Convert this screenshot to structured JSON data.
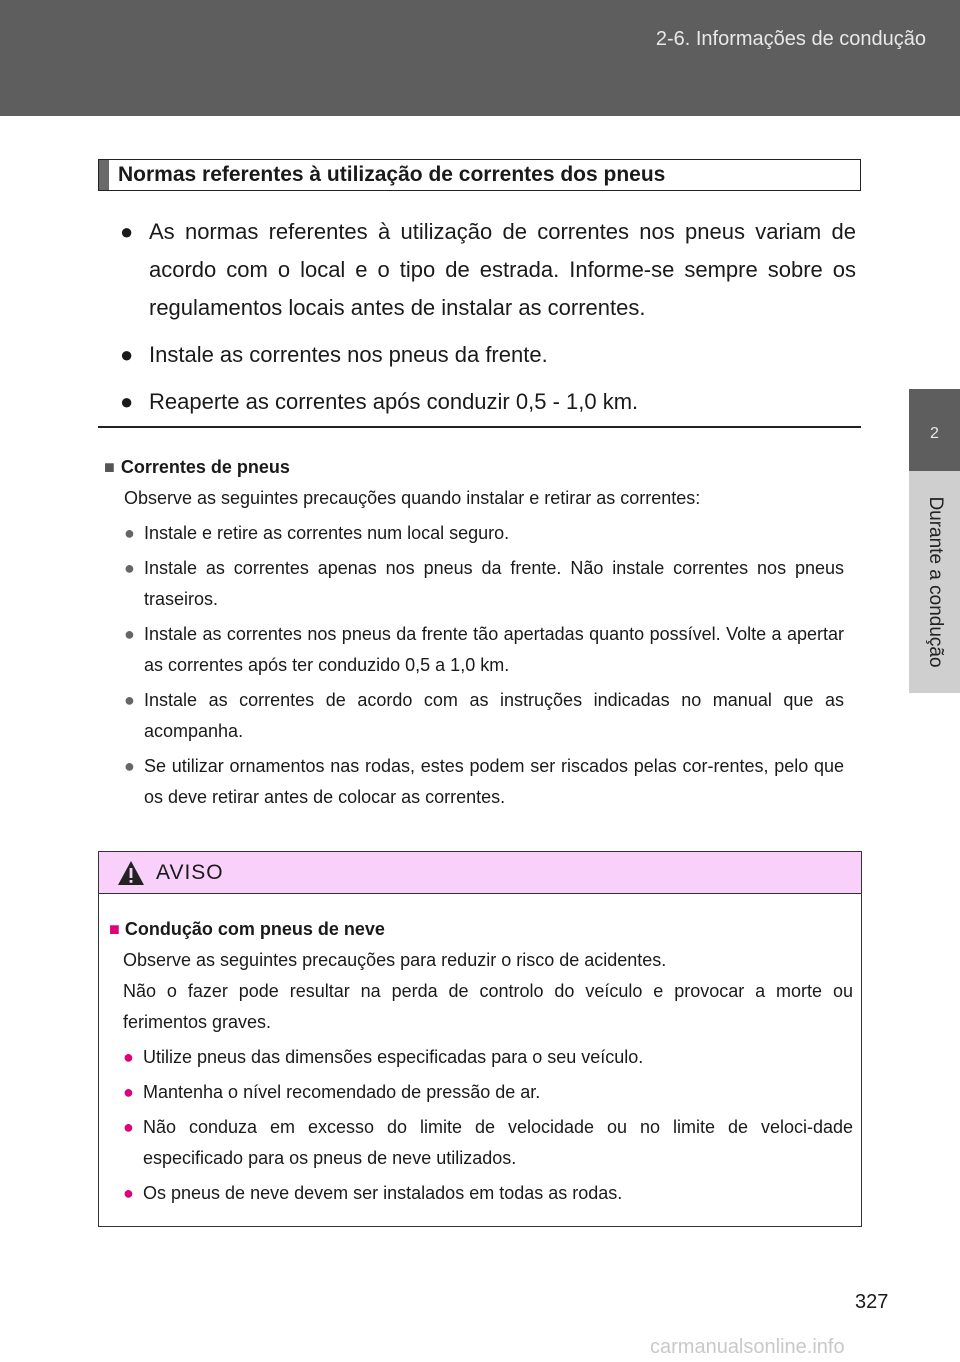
{
  "header": {
    "section": "2-6. Informações de condução"
  },
  "side_tab": {
    "number": "2",
    "label": "Durante a condução"
  },
  "rules_box": {
    "title": "Normas referentes à utilização de correntes dos pneus",
    "items": [
      "As normas referentes à utilização de correntes nos pneus variam de acordo com o local e o tipo de estrada. Informe-se sempre sobre os regulamentos locais antes de instalar as correntes.",
      "Instale as correntes nos pneus da frente.",
      "Reaperte as correntes após conduzir 0,5 - 1,0 km."
    ]
  },
  "note": {
    "title": "Correntes de pneus",
    "intro": "Observe as seguintes precauções quando instalar e retirar as correntes:",
    "items": [
      "Instale e retire as correntes num local seguro.",
      "Instale as correntes apenas nos pneus da frente. Não instale correntes nos pneus traseiros.",
      "Instale as correntes nos pneus da frente tão apertadas quanto possível. Volte a apertar as correntes após ter conduzido 0,5 a 1,0 km.",
      "Instale as correntes de acordo com as instruções indicadas no manual que as acompanha.",
      "Se utilizar ornamentos nas rodas, estes podem ser riscados pelas cor-rentes, pelo que os deve retirar antes de colocar as correntes."
    ]
  },
  "warning": {
    "heading": "AVISO",
    "title": "Condução com pneus de neve",
    "para1": "Observe as seguintes precauções para reduzir o risco de acidentes.",
    "para2": "Não o fazer pode resultar na perda de controlo do veículo e provocar a morte ou ferimentos graves.",
    "items": [
      "Utilize pneus das dimensões especificadas para o seu veículo.",
      "Mantenha o nível recomendado de pressão de ar.",
      "Não conduza em excesso do limite de velocidade ou no limite de veloci-dade especificado para os pneus de neve utilizados.",
      "Os pneus de neve devem ser instalados em todas as rodas."
    ]
  },
  "footer": {
    "page": "327",
    "watermark": "carmanualsonline.info"
  },
  "colors": {
    "accent": "#e0007a",
    "warning_bg": "#f9d0f9",
    "header_bg": "#5e5e5e"
  }
}
